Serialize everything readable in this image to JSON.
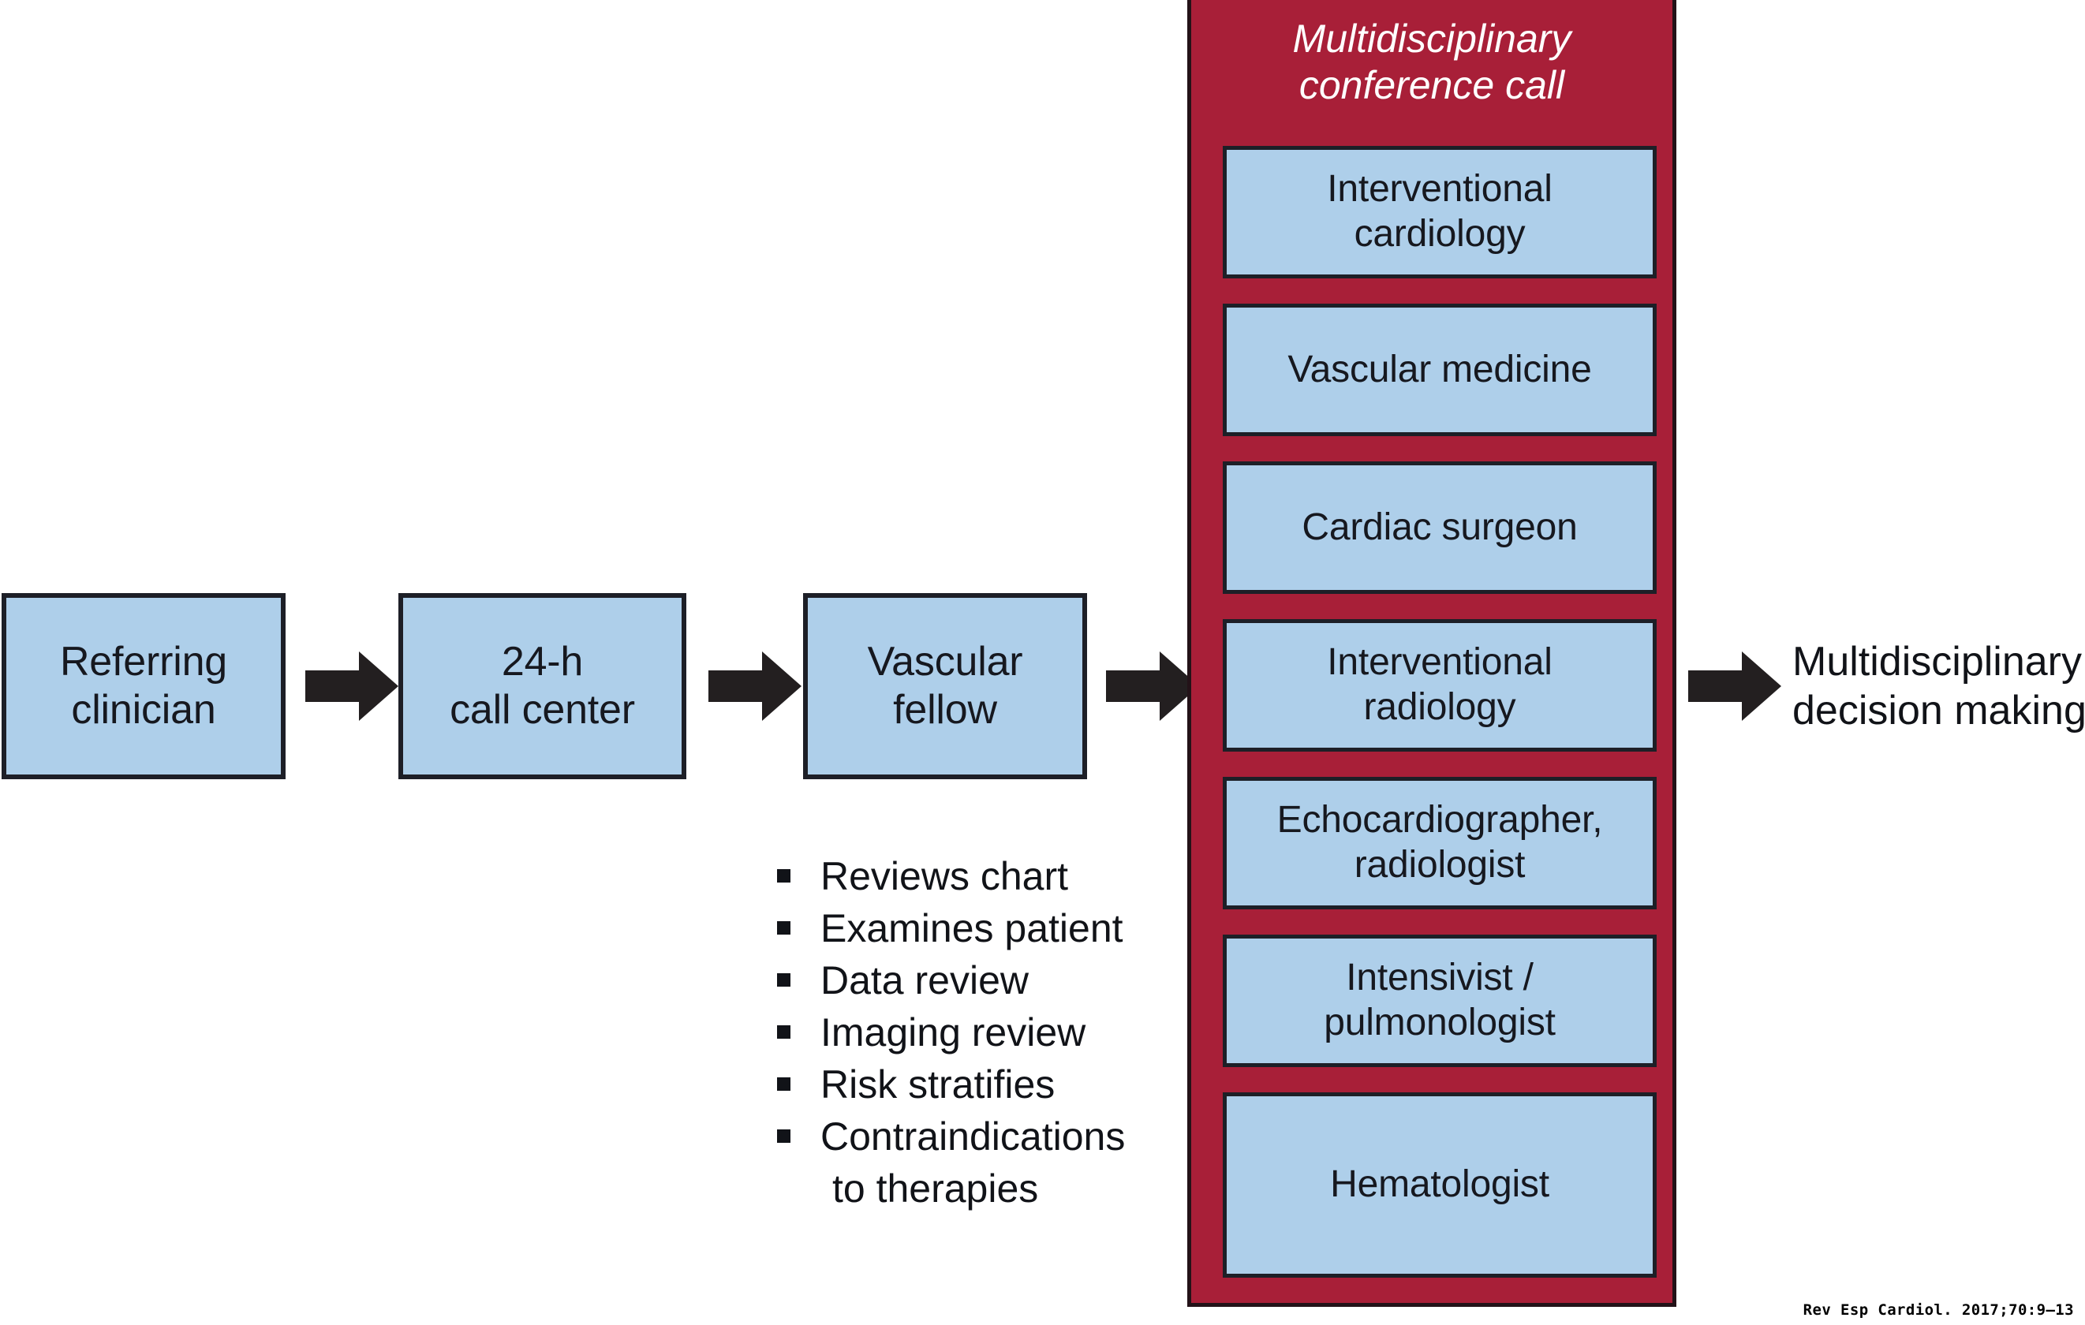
{
  "flow": {
    "stages": [
      {
        "id": "referring-clinician",
        "lines": [
          "Referring",
          "clinician"
        ]
      },
      {
        "id": "call-center",
        "lines": [
          "24-h",
          "call center"
        ]
      },
      {
        "id": "vascular-fellow",
        "lines": [
          "Vascular",
          "fellow"
        ]
      }
    ],
    "arrow_icon": "right-arrow-icon",
    "arrow_count": 4
  },
  "fellow_tasks": {
    "items": [
      {
        "text": "Reviews chart",
        "continuation": ""
      },
      {
        "text": "Examines patient",
        "continuation": ""
      },
      {
        "text": "Data review",
        "continuation": ""
      },
      {
        "text": "Imaging review",
        "continuation": ""
      },
      {
        "text": "Risk stratifies",
        "continuation": ""
      },
      {
        "text": "Contraindications",
        "continuation": "to therapies"
      }
    ]
  },
  "mdt_panel": {
    "title_lines": [
      "Multidisciplinary",
      "conference call"
    ],
    "title": "Multidisciplinary conference call",
    "members": [
      {
        "lines": [
          "Interventional",
          "cardiology"
        ]
      },
      {
        "lines": [
          "Vascular medicine"
        ]
      },
      {
        "lines": [
          "Cardiac surgeon"
        ]
      },
      {
        "lines": [
          "Interventional",
          "radiology"
        ]
      },
      {
        "lines": [
          "Echocardiographer,",
          "radiologist"
        ]
      },
      {
        "lines": [
          "Intensivist /",
          "pulmonologist"
        ]
      },
      {
        "lines": [
          "Hematologist"
        ]
      }
    ]
  },
  "outcome": {
    "lines": [
      "Multidisciplinary",
      "decision making"
    ],
    "text": "Multidisciplinary decision making"
  },
  "citation": {
    "text": "Rev Esp Cardiol. 2017;70:9–13"
  },
  "colors": {
    "panel_red": "#a81f38",
    "box_blue": "#aecfea",
    "outline_dark": "#1d1f27",
    "arrow_black": "#231f20",
    "text_dark": "#111318",
    "title_white": "#ffffff",
    "page_background": "#ffffff"
  }
}
